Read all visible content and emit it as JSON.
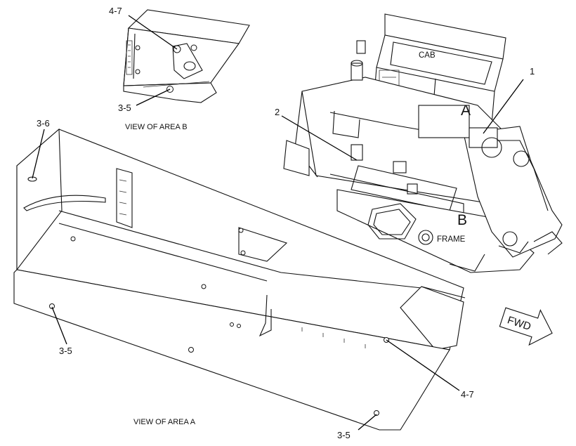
{
  "labels": {
    "area_b_item_top": "4-7",
    "area_b_item_bottom": "3-5",
    "view_b_caption": "VIEW OF AREA B",
    "cab": "CAB",
    "item_1": "1",
    "item_2": "2",
    "letter_a": "A",
    "letter_b": "B",
    "frame": "FRAME",
    "item_3_6": "3-6",
    "item_3_5_left": "3-5",
    "item_4_7_right": "4-7",
    "item_3_5_bottom": "3-5",
    "view_a_caption": "VIEW OF AREA  A",
    "fwd": "FWD"
  }
}
